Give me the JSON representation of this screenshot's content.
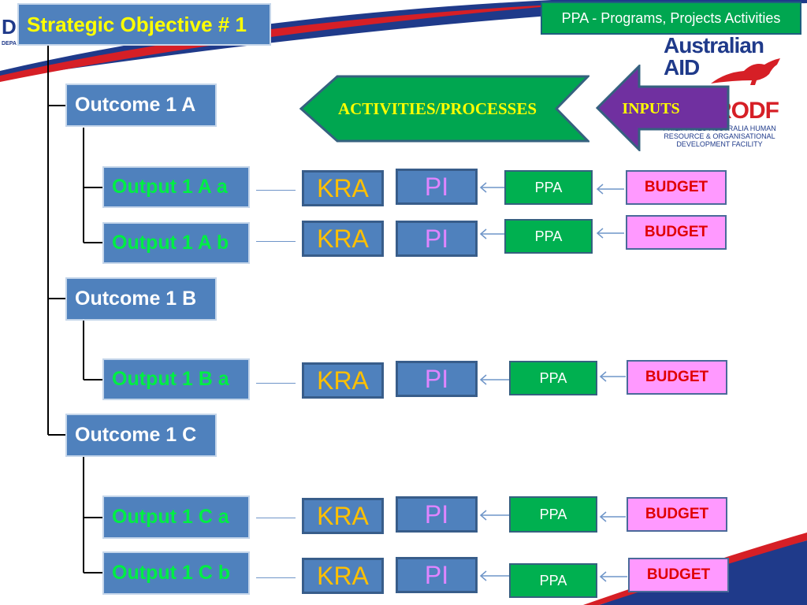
{
  "header": {
    "strategic_objective": "Strategic Objective # 1",
    "ppa_legend": "PPA - Programs, Projects Activities",
    "logo_left": "DEPA"
  },
  "sponsor": {
    "aid_line1": "Australian",
    "aid_line2": "AID",
    "pahrodf": "RODF",
    "pahrodf_desc": "PHILIPPINES-AUSTRALIA HUMAN RESOURCE & ORGANISATIONAL DEVELOPMENT FACILITY"
  },
  "arrows": {
    "activities": "ACTIVITIES/PROCESSES",
    "inputs": "INPUTS"
  },
  "outcomes": {
    "a": "Outcome 1 A",
    "b": "Outcome 1 B",
    "c": "Outcome 1 C"
  },
  "rows": [
    {
      "output": "Output 1 A a",
      "kra": "KRA",
      "pi": "PI",
      "ppa": "PPA",
      "budget": "BUDGET"
    },
    {
      "output": "Output 1 A b",
      "kra": "KRA",
      "pi": "PI",
      "ppa": "PPA",
      "budget": "BUDGET"
    },
    {
      "output": "Output 1 B a",
      "kra": "KRA",
      "pi": "PI",
      "ppa": "PPA",
      "budget": "BUDGET"
    },
    {
      "output": "Output 1 C a",
      "kra": "KRA",
      "pi": "PI",
      "ppa": "PPA",
      "budget": "BUDGET"
    },
    {
      "output": "Output 1 C b",
      "kra": "KRA",
      "pi": "PI",
      "ppa": "PPA",
      "budget": "BUDGET"
    }
  ],
  "colors": {
    "box_blue": "#4f81bd",
    "output_text": "#00ee44",
    "kra_text": "#ffc000",
    "pi_text": "#e085ff",
    "ppa_fill": "#00b050",
    "budget_fill": "#ff99ff",
    "budget_text": "#e00000",
    "activities_fill": "#00a650",
    "inputs_fill": "#7030a0",
    "arrow_text": "#ffff00"
  }
}
